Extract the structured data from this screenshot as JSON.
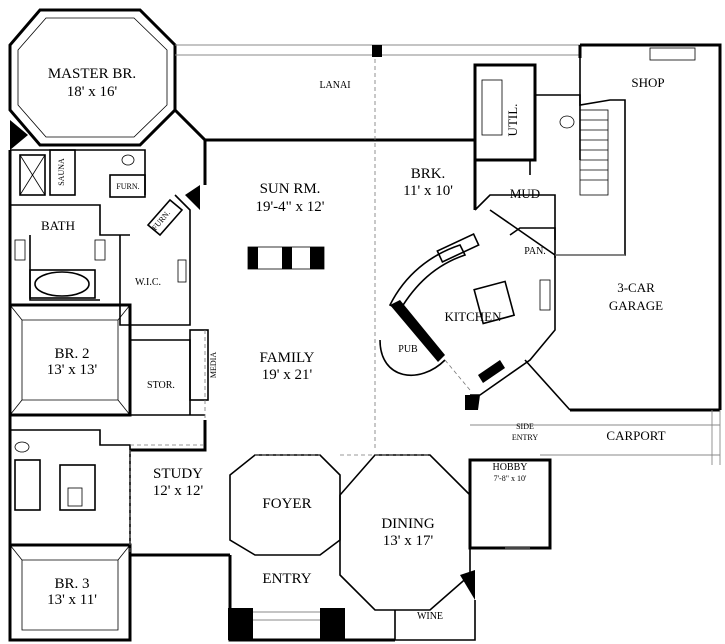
{
  "rooms": {
    "master": {
      "name": "MASTER BR.",
      "dim": "18' x 16'"
    },
    "sauna": {
      "name": "SAUNA"
    },
    "furn1": {
      "name": "FURN."
    },
    "furn2": {
      "name": "FURN."
    },
    "bath": {
      "name": "BATH"
    },
    "wic": {
      "name": "W.I.C."
    },
    "sun": {
      "name": "SUN RM.",
      "dim": "19'-4\" x 12'"
    },
    "lanai": {
      "name": "LANAI"
    },
    "brk": {
      "name": "BRK.",
      "dim": "11' x 10'"
    },
    "util": {
      "name": "UTIL."
    },
    "mud": {
      "name": "MUD"
    },
    "shop": {
      "name": "SHOP"
    },
    "pan": {
      "name": "PAN."
    },
    "garage": {
      "name": "3-CAR",
      "name2": "GARAGE"
    },
    "kitchen": {
      "name": "KITCHEN"
    },
    "pub": {
      "name": "PUB"
    },
    "br2": {
      "name": "BR. 2",
      "dim": "13' x 13'"
    },
    "stor": {
      "name": "STOR."
    },
    "media": {
      "name": "MEDIA"
    },
    "family": {
      "name": "FAMILY",
      "dim": "19' x 21'"
    },
    "side_entry": {
      "name": "SIDE",
      "name2": "ENTRY"
    },
    "carport": {
      "name": "CARPORT"
    },
    "study": {
      "name": "STUDY",
      "dim": "12' x 12'"
    },
    "foyer": {
      "name": "FOYER"
    },
    "dining": {
      "name": "DINING",
      "dim": "13' x 17'"
    },
    "hobby": {
      "name": "HOBBY",
      "dim": "7'-8\" x 10'"
    },
    "entry": {
      "name": "ENTRY"
    },
    "br3": {
      "name": "BR. 3",
      "dim": "13' x 11'"
    },
    "wine": {
      "name": "WINE"
    }
  }
}
